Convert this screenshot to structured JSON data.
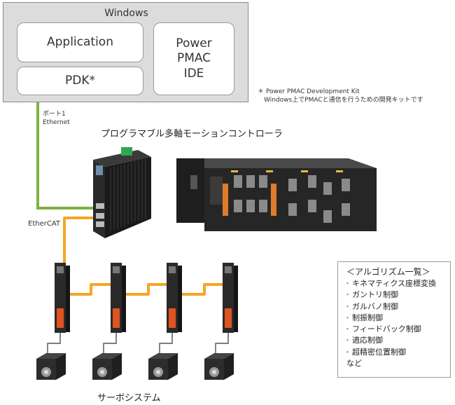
{
  "windows": {
    "title": "Windows",
    "application": "Application",
    "pdk": "PDK*",
    "ide": "Power\nPMAC\nIDE"
  },
  "footnote": {
    "line1": "＊ Power PMAC Development Kit",
    "line2": "Windows上でPMACと通信を行うための開発キットです"
  },
  "port_label": {
    "line1": "ポート1",
    "line2": "Ethernet"
  },
  "ethercat_label": "EtherCAT",
  "controller_title": "プログラマブル多軸モーションコントローラ",
  "servo_label": "サーボシステム",
  "algorithms": {
    "title": "＜アルゴリズム一覧＞",
    "items": [
      "キネマティクス座標変換",
      "ガントリ制御",
      "ガルバノ制御",
      "制振制御",
      "フィードバック制御",
      "適応制御",
      "超精密位置制御"
    ],
    "footer": "など"
  },
  "colors": {
    "ethernet_cable": "#7cb342",
    "ethercat_cable": "#f5a623",
    "accent_bullet": "#4a9fd0"
  }
}
